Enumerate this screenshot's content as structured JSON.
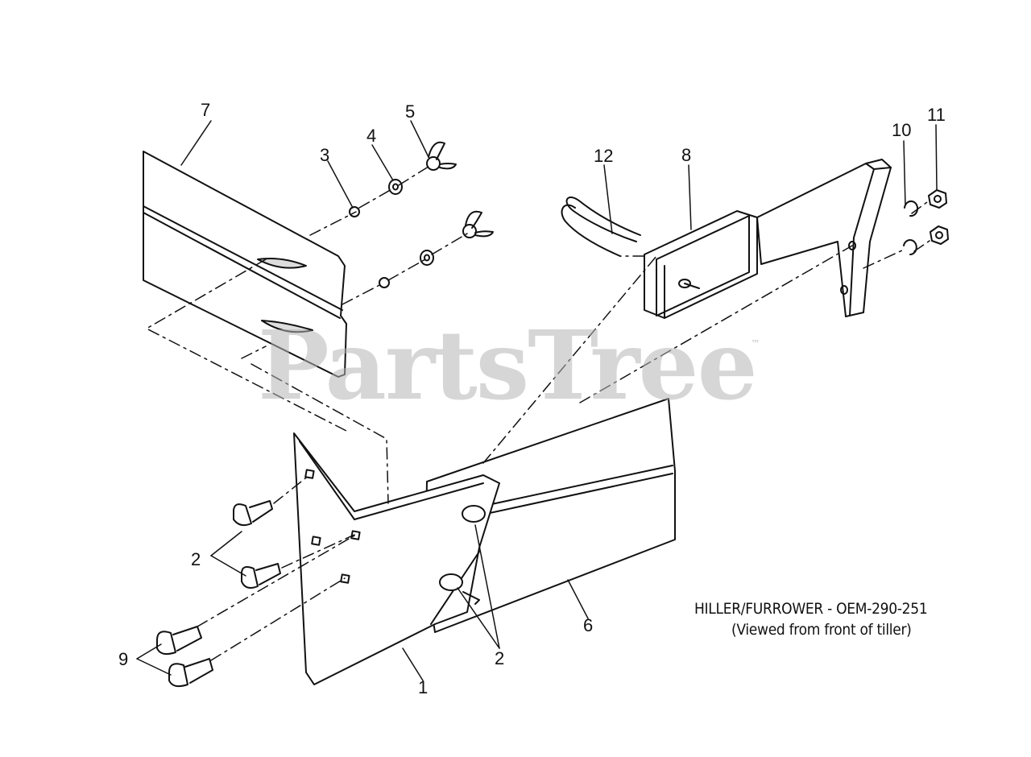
{
  "diagram": {
    "caption_line1": "HILLER/FURROWER -  OEM-290-251",
    "caption_line2": "(Viewed from front of tiller)",
    "watermark": "PartsTree",
    "watermark_tm": "™",
    "callouts": {
      "c1": "1",
      "c2a": "2",
      "c2b": "2",
      "c3": "3",
      "c4": "4",
      "c5": "5",
      "c6": "6",
      "c7": "7",
      "c8": "8",
      "c9": "9",
      "c10": "10",
      "c11": "11",
      "c12": "12"
    }
  }
}
